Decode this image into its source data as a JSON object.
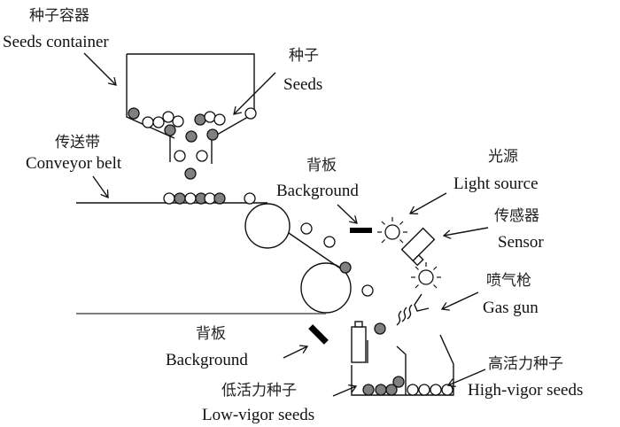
{
  "colors": {
    "low_vigor_seed": "#808080",
    "high_vigor_seed": "#ffffff",
    "line": "#111111",
    "background_board": "#000000"
  },
  "labels": {
    "seeds_container": {
      "zh": "种子容器",
      "en": "Seeds container"
    },
    "seeds": {
      "zh": "种子",
      "en": "Seeds"
    },
    "conveyor_belt": {
      "zh": "传送带",
      "en": "Conveyor belt"
    },
    "background_top": {
      "zh": "背板",
      "en": "Background"
    },
    "light_source": {
      "zh": "光源",
      "en": "Light source"
    },
    "sensor": {
      "zh": "传感器",
      "en": "Sensor"
    },
    "gas_gun": {
      "zh": "喷气枪",
      "en": "Gas gun"
    },
    "background_bottom": {
      "zh": "背板",
      "en": "Background"
    },
    "high_vigor_seeds": {
      "zh": "高活力种子",
      "en": "High-vigor seeds"
    },
    "low_vigor_seeds": {
      "zh": "低活力种子",
      "en": "Low-vigor seeds"
    }
  },
  "seeds": {
    "container": [
      "dark",
      "open",
      "open",
      "open",
      "open",
      "dark",
      "open",
      "open",
      "open",
      "dark",
      "dark",
      "dark",
      "dark"
    ],
    "falling": [
      "open",
      "open",
      "dark"
    ],
    "on_belt": [
      "open",
      "dark",
      "open",
      "dark",
      "open",
      "dark",
      "open"
    ],
    "in_flight": [
      "open",
      "dark",
      "open",
      "open",
      "dark"
    ],
    "low_vigor_bin": [
      "dark",
      "dark",
      "dark",
      "dark"
    ],
    "high_vigor_bin": [
      "open",
      "open",
      "open",
      "open"
    ]
  }
}
